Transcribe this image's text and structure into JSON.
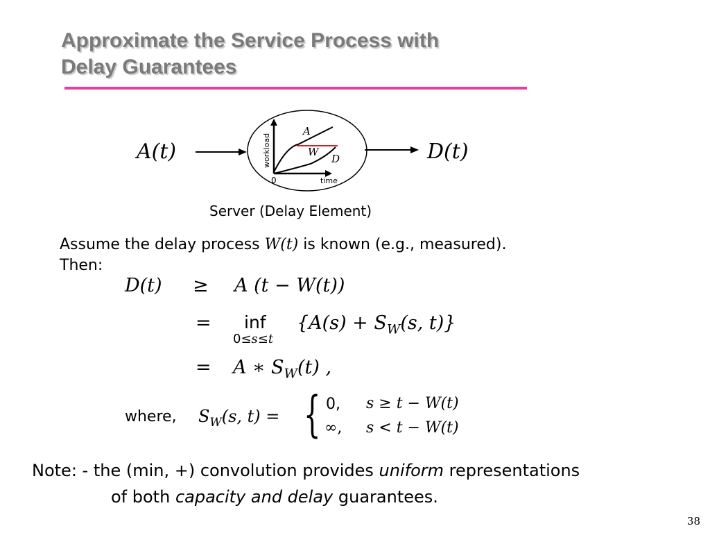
{
  "slide": {
    "title_line1": "Approximate the Service Process with",
    "title_line2": "Delay Guarantees",
    "title_color": "#7a7a7a",
    "rule_color": "#ee3b9a",
    "page_number": "38"
  },
  "diagram": {
    "input_label": "A(t)",
    "output_label": "D(t)",
    "curve_a_label": "A",
    "curve_w_label": "W",
    "curve_d_label": "D",
    "y_axis_label": "workload",
    "x_axis_label": "time",
    "origin_label": "0",
    "delay_line_color": "#d42020",
    "caption": "Server (Delay Element)"
  },
  "body": {
    "assume_prefix": "Assume the delay process",
    "assume_var": "W(t)",
    "assume_suffix": "is known (e.g., measured).",
    "then": "Then:"
  },
  "equations": {
    "lhs": "D(t)",
    "geq": "≥",
    "rhs1": "A (t − W(t))",
    "eq": "=",
    "inf_op": "inf",
    "inf_sub_lead": "0",
    "inf_sub_rest": "≤s≤t",
    "rhs2": "{A(s) + S",
    "rhs2_sub": "W",
    "rhs2_tail": "(s, t)}",
    "rhs3_head": "A ∗ S",
    "rhs3_sub": "W",
    "rhs3_tail": "(t) ,"
  },
  "where": {
    "prefix": "where,",
    "lhs_head": "S",
    "lhs_sub": "W",
    "lhs_tail": "(s, t) =",
    "case1_value": "0,",
    "case1_cond": "s ≥ t − W(t)",
    "case2_value": "∞,",
    "case2_cond": "s < t − W(t)"
  },
  "note": {
    "line1_a": "Note: - the (min, +) convolution provides",
    "line1_b": "uniform",
    "line1_c": "representations",
    "line2_a": "of both",
    "line2_b": "capacity and delay",
    "line2_c": "guarantees."
  }
}
